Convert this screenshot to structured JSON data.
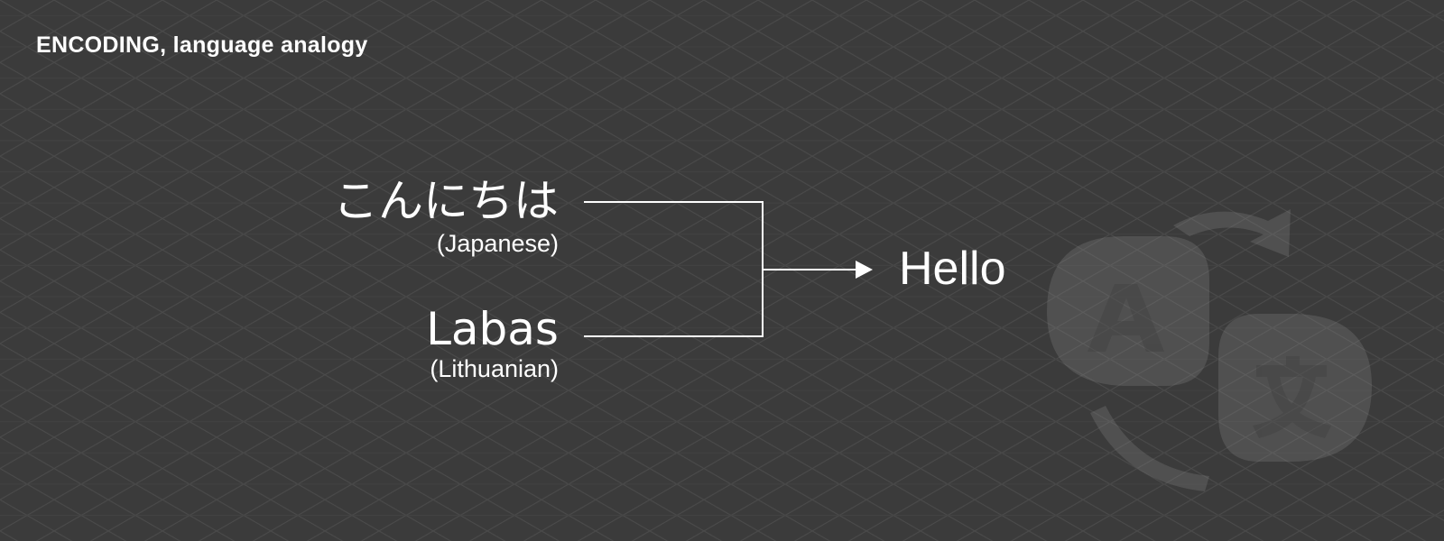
{
  "title": "ENCODING, language analogy",
  "sources": [
    {
      "word": "こんにちは",
      "language": "(Japanese)"
    },
    {
      "word": "Labas",
      "language": "(Lithuanian)"
    }
  ],
  "target": {
    "word": "Hello"
  },
  "icons": {
    "watermark": "translate-icon"
  },
  "colors": {
    "background": "#3b3b3b",
    "grid_line": "#4a4a4a",
    "text": "#ffffff",
    "connector": "#ffffff",
    "watermark": "#5a5a5a"
  }
}
